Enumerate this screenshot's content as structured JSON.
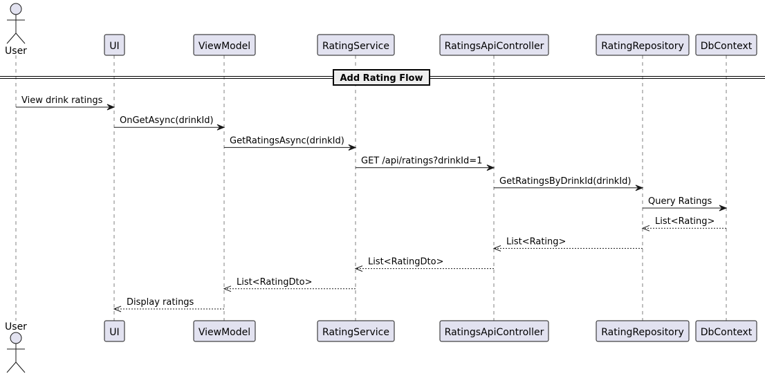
{
  "participants": [
    {
      "id": "user",
      "label": "User",
      "kind": "actor"
    },
    {
      "id": "ui",
      "label": "UI",
      "kind": "participant"
    },
    {
      "id": "viewmodel",
      "label": "ViewModel",
      "kind": "participant"
    },
    {
      "id": "ratingservice",
      "label": "RatingService",
      "kind": "participant"
    },
    {
      "id": "ratingsapicontroller",
      "label": "RatingsApiController",
      "kind": "participant"
    },
    {
      "id": "ratingrepository",
      "label": "RatingRepository",
      "kind": "participant"
    },
    {
      "id": "dbcontext",
      "label": "DbContext",
      "kind": "participant"
    }
  ],
  "divider": {
    "label": "Add Rating Flow"
  },
  "messages": [
    {
      "from": "user",
      "to": "ui",
      "label": "View drink ratings",
      "style": "sync"
    },
    {
      "from": "ui",
      "to": "viewmodel",
      "label": "OnGetAsync(drinkId)",
      "style": "sync"
    },
    {
      "from": "viewmodel",
      "to": "ratingservice",
      "label": "GetRatingsAsync(drinkId)",
      "style": "sync"
    },
    {
      "from": "ratingservice",
      "to": "ratingsapicontroller",
      "label": "GET /api/ratings?drinkId=1",
      "style": "sync"
    },
    {
      "from": "ratingsapicontroller",
      "to": "ratingrepository",
      "label": "GetRatingsByDrinkId(drinkId)",
      "style": "sync"
    },
    {
      "from": "ratingrepository",
      "to": "dbcontext",
      "label": "Query Ratings",
      "style": "sync"
    },
    {
      "from": "dbcontext",
      "to": "ratingrepository",
      "label": "List<Rating>",
      "style": "return"
    },
    {
      "from": "ratingrepository",
      "to": "ratingsapicontroller",
      "label": "List<Rating>",
      "style": "return"
    },
    {
      "from": "ratingsapicontroller",
      "to": "ratingservice",
      "label": "List<RatingDto>",
      "style": "return"
    },
    {
      "from": "ratingservice",
      "to": "viewmodel",
      "label": "List<RatingDto>",
      "style": "return"
    },
    {
      "from": "viewmodel",
      "to": "ui",
      "label": "Display ratings",
      "style": "return"
    }
  ],
  "colors": {
    "participant_fill": "#e2e2f0",
    "border": "#181818",
    "lifeline": "#7f7f7f",
    "divider_fill": "#eeeeee"
  }
}
